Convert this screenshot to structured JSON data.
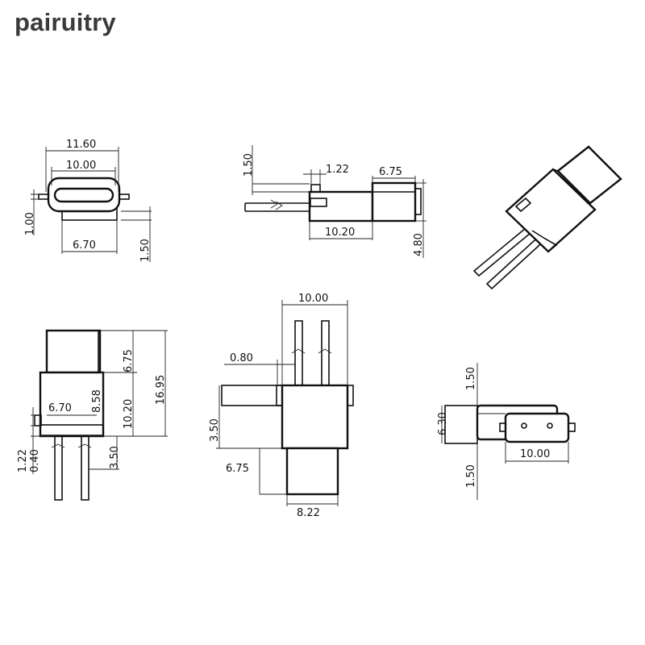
{
  "brand": {
    "name": "pairuitry"
  },
  "colors": {
    "brand_text": "#3a3a3a",
    "line": "#111111",
    "background": "#ffffff"
  },
  "views": {
    "front": {
      "d_11_60": "11.60",
      "d_10_00": "10.00",
      "d_1_00": "1.00",
      "d_6_70": "6.70",
      "d_1_50": "1.50"
    },
    "side_top": {
      "d_1_50": "1.50",
      "d_1_22": "1.22",
      "d_6_75": "6.75",
      "d_10_20": "10.20",
      "d_4_80": "4.80"
    },
    "side_left": {
      "d_6_75": "6.75",
      "d_16_95": "16.95",
      "d_8_58": "8.58",
      "d_10_20": "10.20",
      "d_6_70": "6.70",
      "d_1_22": "1.22",
      "d_0_40": "0.40",
      "d_3_50": "3.50"
    },
    "top_center": {
      "d_10_00": "10.00",
      "d_0_80": "0.80",
      "d_3_50": "3.50",
      "d_6_75": "6.75",
      "d_8_22": "8.22"
    },
    "right_view": {
      "d_1_50_top": "1.50",
      "d_6_30": "6.30",
      "d_10_00": "10.00",
      "d_1_50_bottom": "1.50"
    }
  }
}
